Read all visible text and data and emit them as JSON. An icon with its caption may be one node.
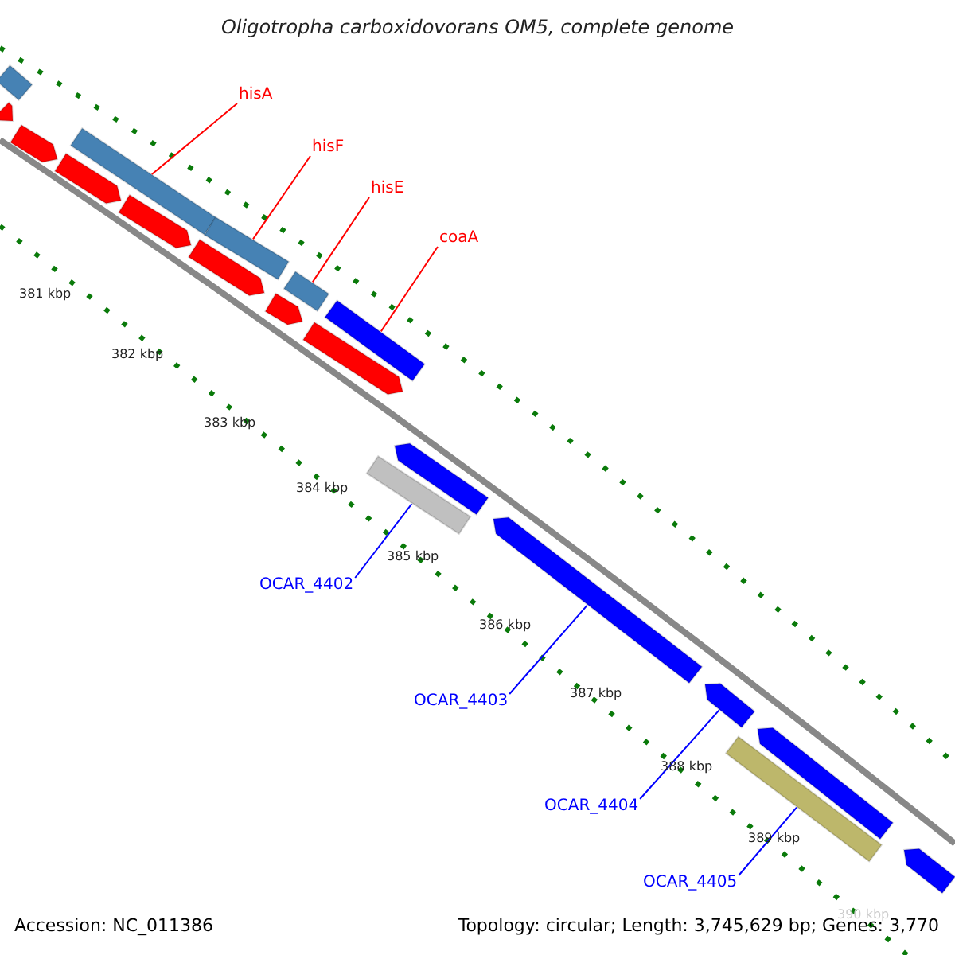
{
  "diagram": {
    "title": "Oligotropha carboxidovorans OM5, complete genome",
    "nodes": [
      {
        "text": [
          "hisA"
        ]
      },
      {
        "text": [
          "hisF"
        ]
      },
      {
        "text": [
          "hisE"
        ]
      },
      {
        "text": [
          "coaA"
        ]
      },
      {
        "text": [
          "OCAR_4402"
        ]
      },
      {
        "text": [
          "OCAR_4403"
        ]
      },
      {
        "text": [
          "OCAR_4404"
        ]
      },
      {
        "text": [
          "OCAR_4405"
        ]
      },
      {
        "text": [],
        "shape": "bar"
      },
      {
        "text": [],
        "shape": "bar"
      },
      {
        "text": [],
        "shape": "bar"
      },
      {
        "text": [],
        "shape": "bar"
      },
      {
        "text": [],
        "shape": "bar"
      },
      {
        "text": [],
        "shape": "bar"
      },
      {
        "text": [],
        "shape": "bar"
      },
      {
        "text": [],
        "shape": "bar"
      },
      {
        "text": [],
        "shape": "bar"
      },
      {
        "text": [],
        "shape": "bar"
      },
      {
        "text": [],
        "shape": "bar"
      },
      {
        "text": [],
        "shape": "bar"
      },
      {
        "text": [],
        "shape": "bar"
      },
      {
        "text": [],
        "shape": "bar"
      },
      {
        "text": [],
        "shape": "bar"
      },
      {
        "text": [],
        "shape": "bar"
      },
      {
        "text": [],
        "shape": "bar"
      },
      {
        "text": [],
        "shape": "bar"
      },
      {
        "text": [],
        "shape": "bar"
      }
    ],
    "edges": [
      {
        "from": 0,
        "to": 11,
        "arrow": "none"
      },
      {
        "from": 1,
        "to": 13,
        "arrow": "none"
      },
      {
        "from": 2,
        "to": 16,
        "arrow": "none"
      },
      {
        "from": 3,
        "to": 18,
        "arrow": "none"
      },
      {
        "from": 4,
        "to": 20,
        "arrow": "none",
        "color": "#0000ff"
      },
      {
        "from": 5,
        "to": 22,
        "arrow": "none",
        "color": "#0000ff"
      },
      {
        "from": 6,
        "to": 23,
        "arrow": "none",
        "color": "#0000ff"
      },
      {
        "from": 7,
        "to": 24,
        "arrow": "none",
        "color": "#0000ff"
      }
    ],
    "labels": [
      "381 kbp",
      "382 kbp",
      "383 kbp",
      "384 kbp",
      "385 kbp",
      "386 kbp",
      "387 kbp",
      "388 kbp",
      "389 kbp",
      "390 kbp",
      "Accession: NC_011386",
      "Topology: circular; Length: 3,745,629 bp; Genes: 3,770"
    ]
  }
}
